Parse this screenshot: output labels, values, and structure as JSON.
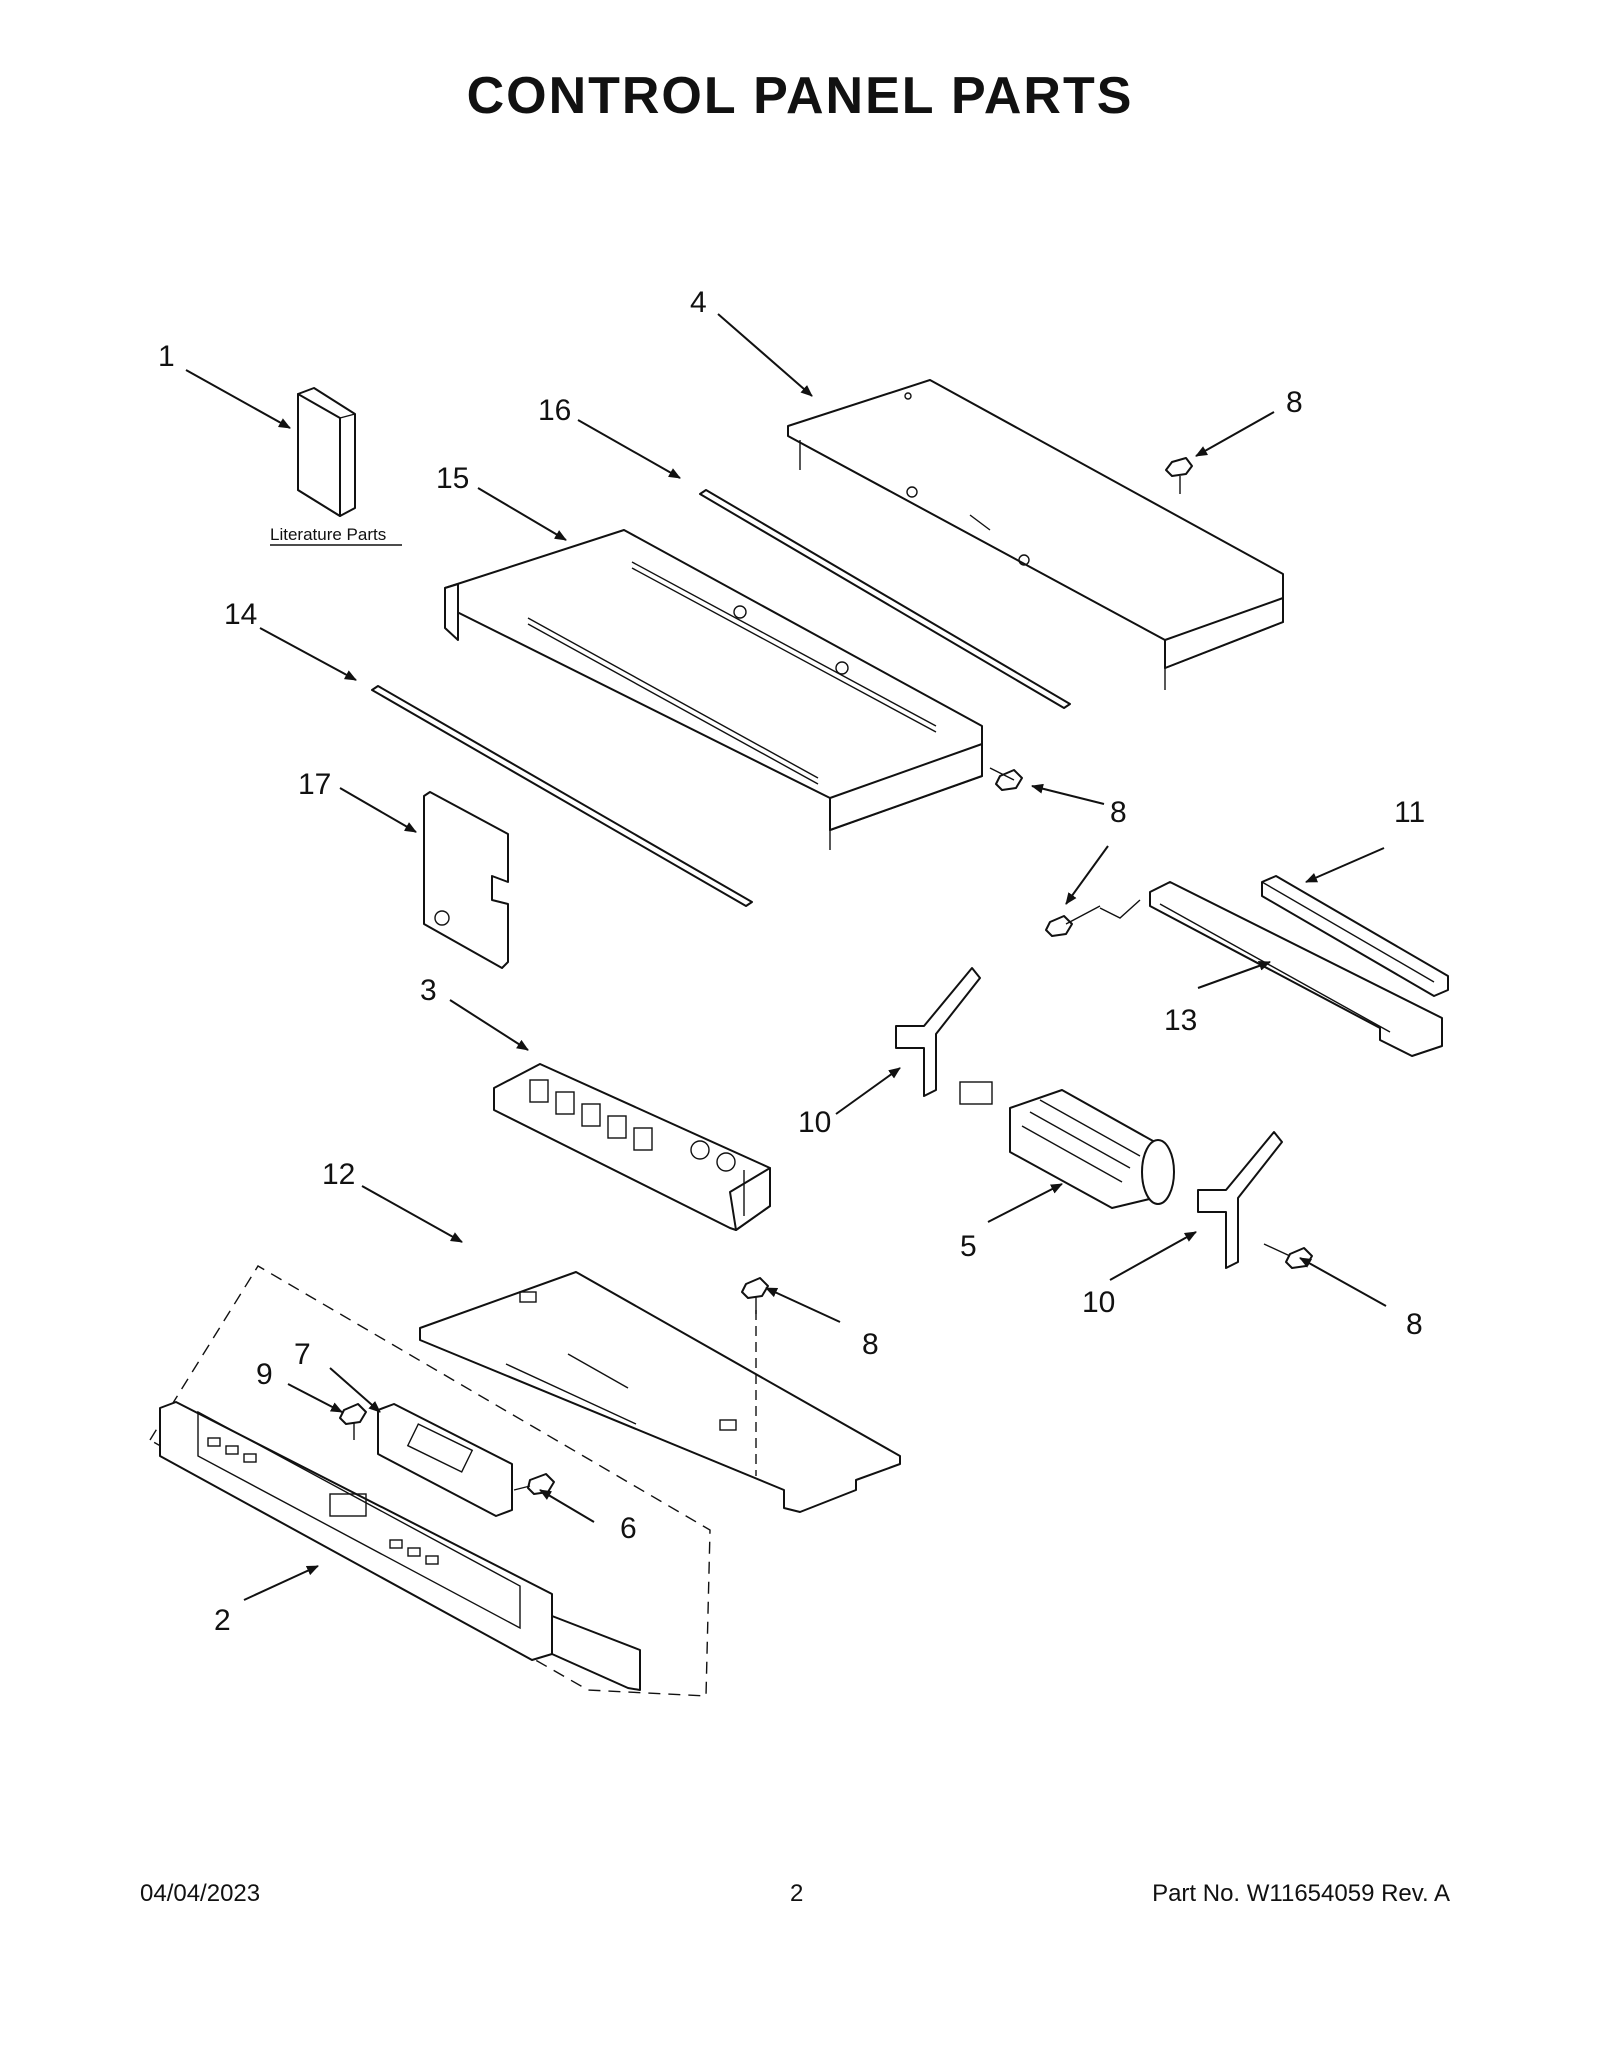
{
  "page": {
    "title": "CONTROL PANEL PARTS",
    "footer_date": "04/04/2023",
    "footer_page": "2",
    "footer_part": "Part No.  W11654059  Rev.  A"
  },
  "diagram": {
    "literature_label": "Literature Parts",
    "callouts": [
      "1",
      "2",
      "3",
      "4",
      "5",
      "6",
      "7",
      "8",
      "9",
      "10",
      "11",
      "12",
      "13",
      "14",
      "15",
      "16",
      "17"
    ]
  }
}
